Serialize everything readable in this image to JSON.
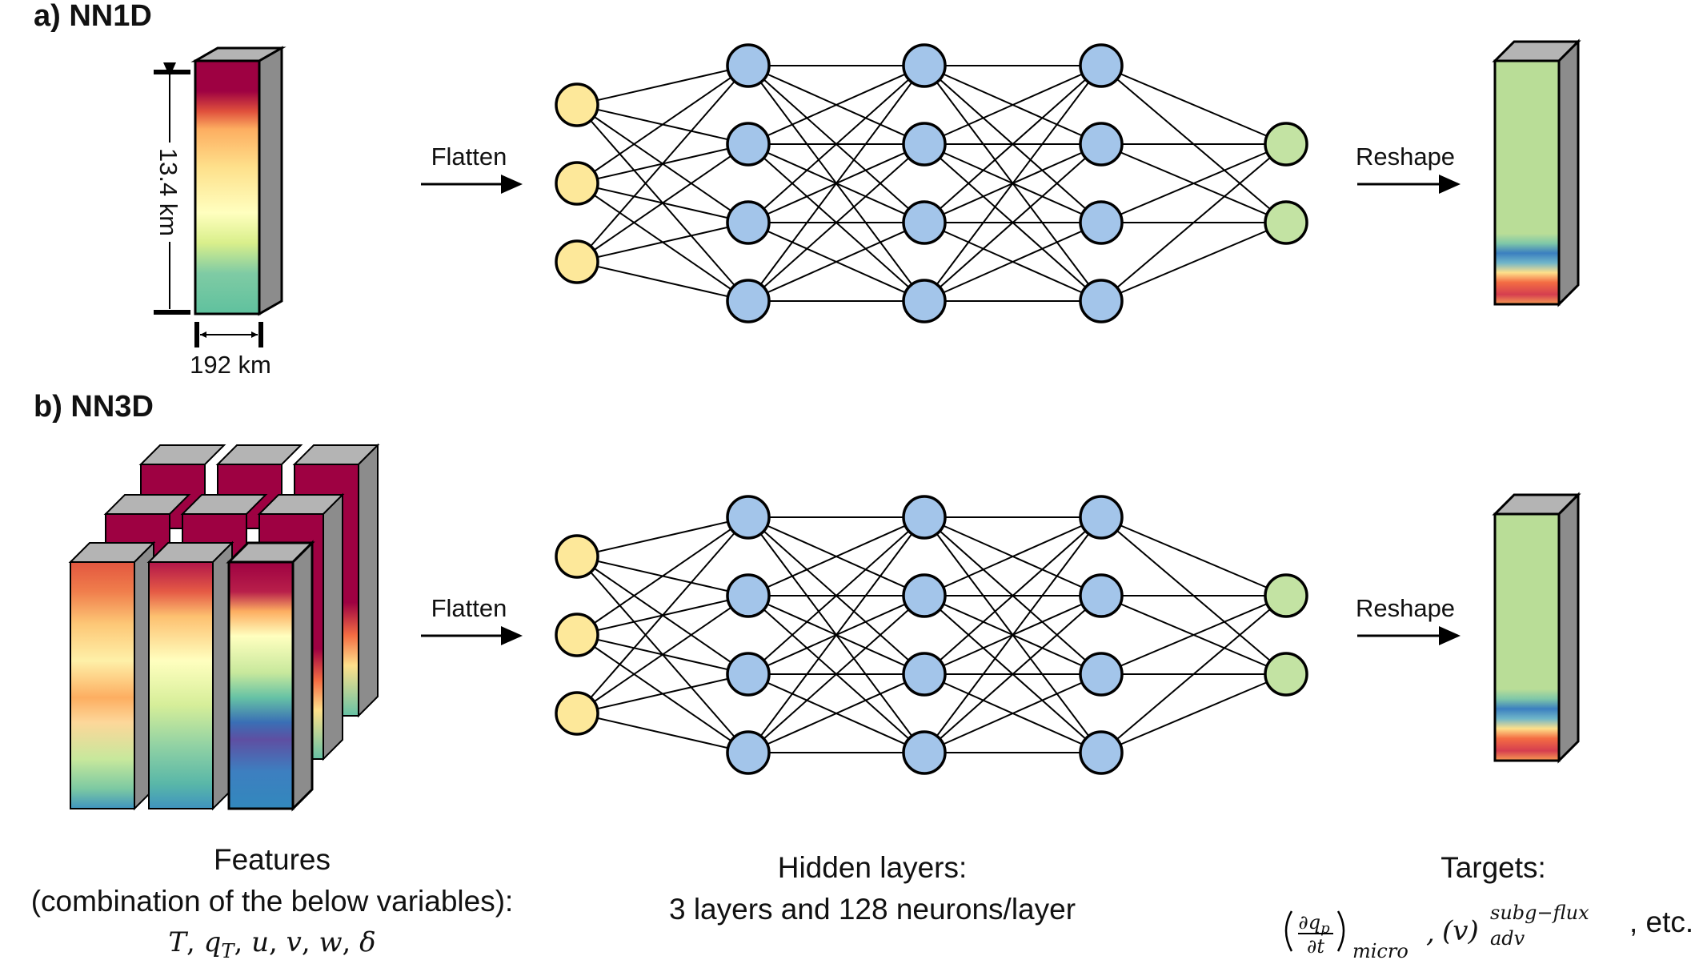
{
  "panels": {
    "a": {
      "title": "a) NN1D",
      "height_label": "13.4 km",
      "width_label": "192 km"
    },
    "b": {
      "title": "b) NN3D"
    }
  },
  "arrows": {
    "flatten": "Flatten",
    "reshape": "Reshape"
  },
  "network": {
    "layers": [
      3,
      4,
      4,
      4,
      2
    ],
    "colors": {
      "input": "#fde89a",
      "hidden": "#a3c5ea",
      "output": "#c3e3a3",
      "stroke": "#000000"
    }
  },
  "captions": {
    "features": {
      "line1": "Features",
      "line2": "(combination of the below variables):",
      "variables": [
        "T",
        "q",
        "u",
        "v",
        "w",
        "δ"
      ],
      "q_subscript": "T"
    },
    "hidden": {
      "line1": "Hidden layers:",
      "line2": "3 layers and 128 neurons/layer"
    },
    "targets": {
      "line1": "Targets:",
      "term1_numerator": "∂q",
      "term1_numerator_sub": "p",
      "term1_denominator": "∂t",
      "term1_subscript": "micro",
      "term2": "(v)",
      "term2_superscript": "subg−flux",
      "term2_subscript": "adv",
      "etc": ", etc."
    }
  },
  "colormaps": {
    "side": "#8c8c8c",
    "top": "#b4b4b4",
    "spectral": [
      "#9e0142",
      "#d53e4f",
      "#f46d43",
      "#fdae61",
      "#fee08b",
      "#ffffbf",
      "#e6f598",
      "#abdda4",
      "#66c2a5",
      "#3288bd",
      "#5e4fa2"
    ],
    "target_base": "#b9dd97"
  }
}
